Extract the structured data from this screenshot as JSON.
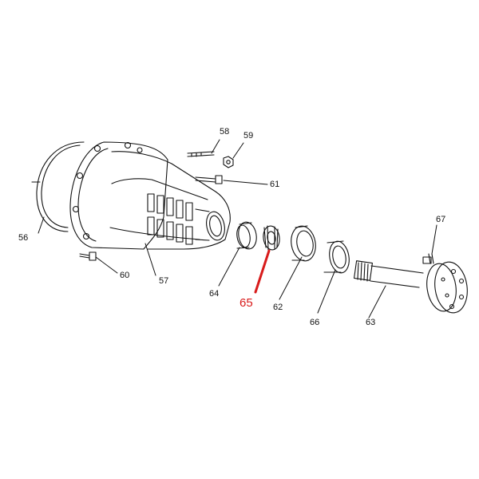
{
  "diagram": {
    "highlight_color": "#d81b1b",
    "highlighted_part": "65",
    "callouts": {
      "p56": "56",
      "p57": "57",
      "p58": "58",
      "p59": "59",
      "p60": "60",
      "p61": "61",
      "p62": "62",
      "p63": "63",
      "p64": "64",
      "p65": "65",
      "p66": "66",
      "p67": "67"
    }
  }
}
